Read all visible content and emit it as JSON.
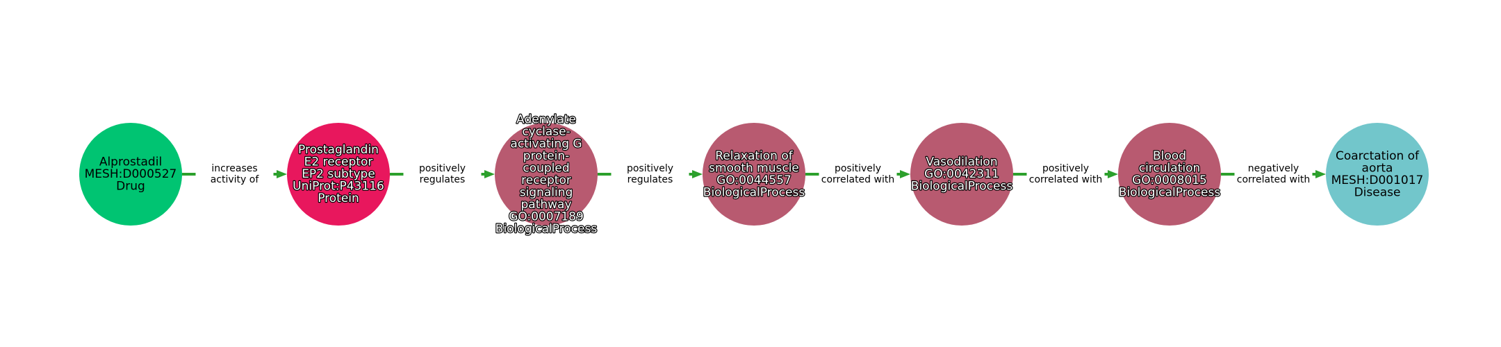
{
  "colors": {
    "edge": "#2ca02c",
    "drug": "#00c472",
    "protein": "#e8175d",
    "biological_process": "#b85a70",
    "disease": "#72c6cb"
  },
  "nodes": [
    {
      "id": "alprostadil",
      "type": "drug",
      "lines": [
        "Alprostadil",
        "MESH:D000527",
        "Drug"
      ]
    },
    {
      "id": "ep2",
      "type": "protein",
      "lines": [
        "Prostaglandin",
        "E2 receptor",
        "EP2 subtype",
        "UniProt:P43116",
        "Protein"
      ]
    },
    {
      "id": "adenylate",
      "type": "biological_process",
      "lines": [
        "Adenylate",
        "cyclase-",
        "activating G",
        "protein-",
        "coupled",
        "receptor",
        "signaling",
        "pathway",
        "GO:0007189",
        "BiologicalProcess"
      ]
    },
    {
      "id": "relaxation",
      "type": "biological_process",
      "lines": [
        "Relaxation of",
        "smooth muscle",
        "GO:0044557",
        "BiologicalProcess"
      ]
    },
    {
      "id": "vasodilation",
      "type": "biological_process",
      "lines": [
        "Vasodilation",
        "GO:0042311",
        "BiologicalProcess"
      ]
    },
    {
      "id": "blood",
      "type": "biological_process",
      "lines": [
        "Blood",
        "circulation",
        "GO:0008015",
        "BiologicalProcess"
      ]
    },
    {
      "id": "coarctation",
      "type": "disease",
      "lines": [
        "Coarctation of",
        "aorta",
        "MESH:D001017",
        "Disease"
      ]
    }
  ],
  "edges": [
    {
      "from": "alprostadil",
      "to": "ep2",
      "lines": [
        "increases",
        "activity of"
      ]
    },
    {
      "from": "ep2",
      "to": "adenylate",
      "lines": [
        "positively",
        "regulates"
      ]
    },
    {
      "from": "adenylate",
      "to": "relaxation",
      "lines": [
        "positively",
        "regulates"
      ]
    },
    {
      "from": "relaxation",
      "to": "vasodilation",
      "lines": [
        "positively",
        "correlated with"
      ]
    },
    {
      "from": "vasodilation",
      "to": "blood",
      "lines": [
        "positively",
        "correlated with"
      ]
    },
    {
      "from": "blood",
      "to": "coarctation",
      "lines": [
        "negatively",
        "correlated with"
      ]
    }
  ]
}
